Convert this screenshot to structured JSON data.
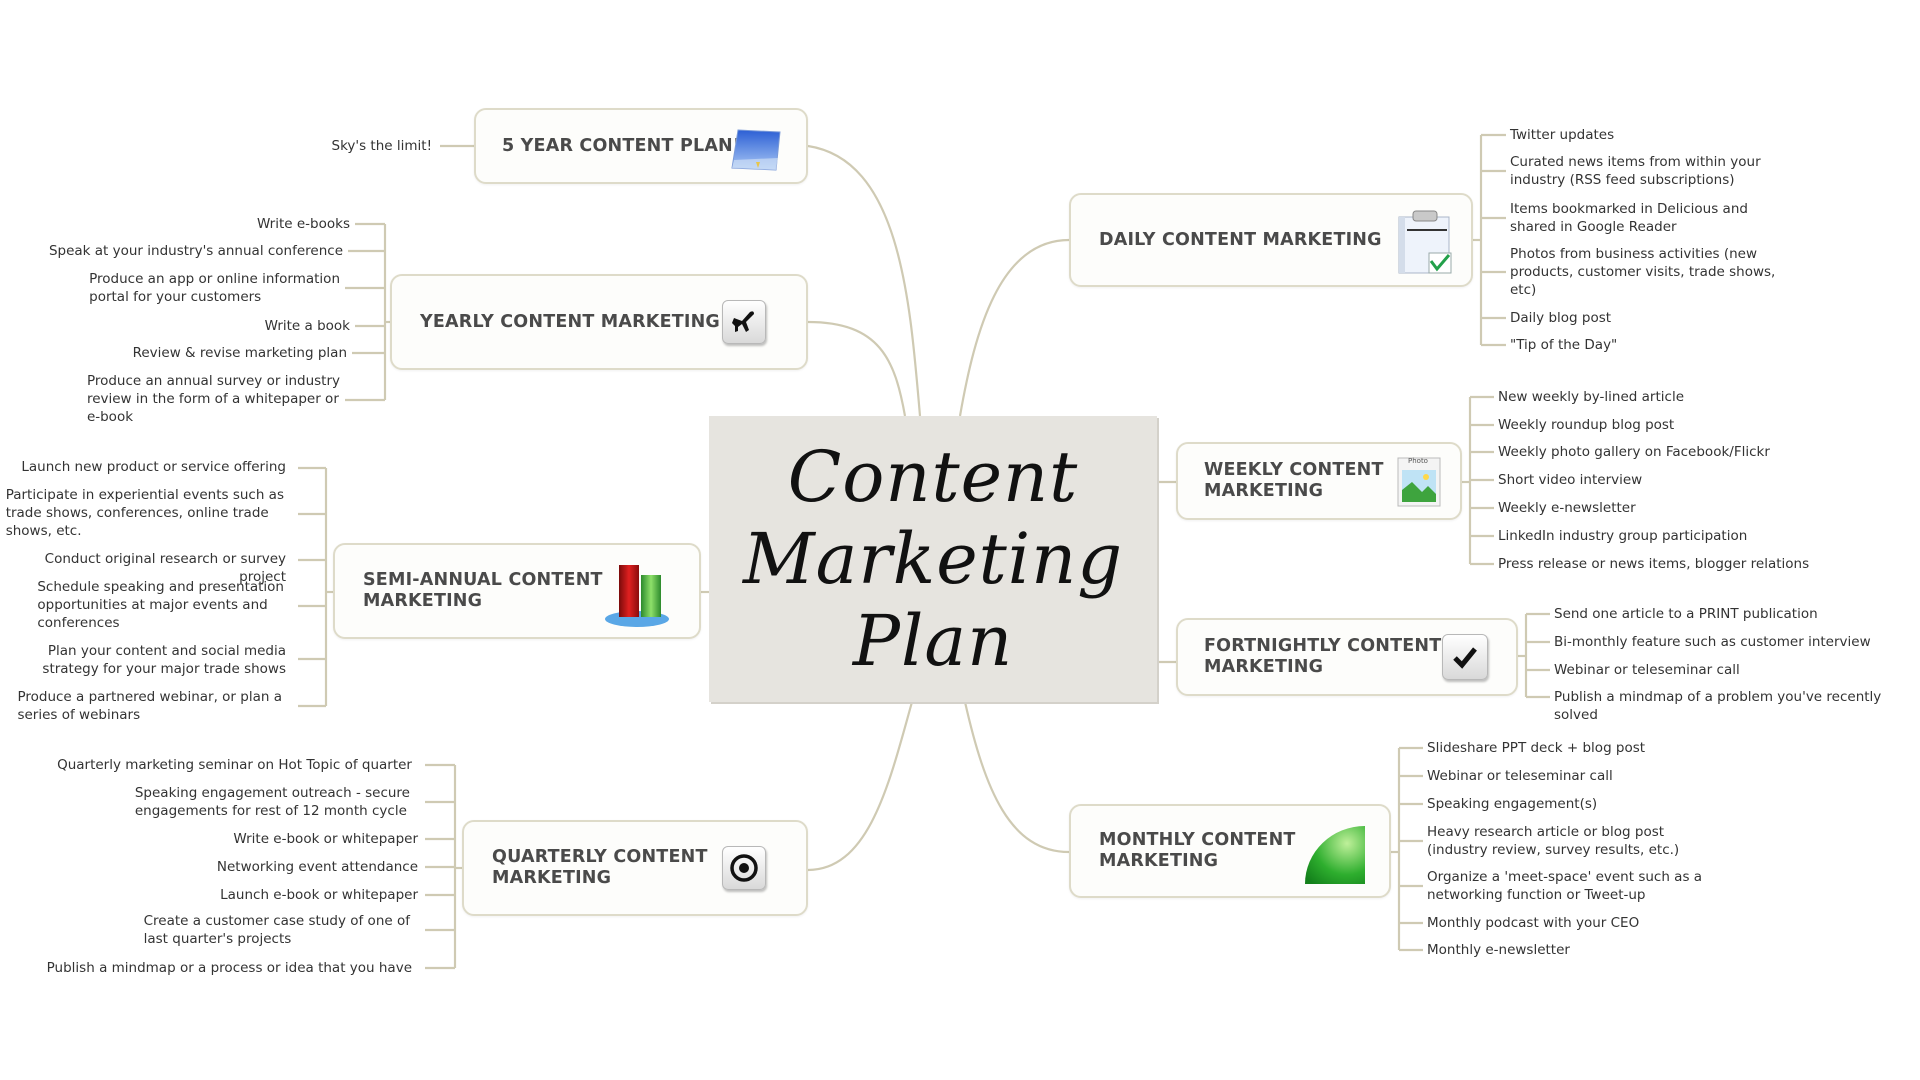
{
  "central": {
    "title": "Content\nMarketing Plan"
  },
  "topics": {
    "five_year": {
      "label": "5 YEAR CONTENT PLAN!",
      "icon": "sky-picture-icon",
      "items": [
        "Sky's the limit!"
      ]
    },
    "yearly": {
      "label": "YEARLY CONTENT MARKETING",
      "icon": "airplane-icon",
      "items": [
        "Write e-books",
        "Speak at your industry's annual conference",
        "Produce an app or online information\nportal for your customers",
        "Write a book",
        "Review & revise marketing plan",
        "Produce an annual survey or industry\nreview in the form of a whitepaper or\ne-book"
      ]
    },
    "semi_annual": {
      "label": "SEMI-ANNUAL CONTENT\nMARKETING",
      "icon": "bar-chart-icon",
      "items": [
        "Launch new product or service offering",
        "Participate in experiential events such as\ntrade shows, conferences, online trade\nshows, etc.",
        "Conduct original research or survey project",
        "Schedule speaking and presentation\nopportunities at major events and\nconferences",
        "Plan your content and social media\nstrategy for your major trade shows",
        "Produce a partnered webinar, or plan a\nseries of webinars"
      ]
    },
    "quarterly": {
      "label": "QUARTERLY CONTENT\nMARKETING",
      "icon": "target-icon",
      "items": [
        "Quarterly marketing seminar on Hot Topic of quarter",
        "Speaking engagement outreach - secure\nengagements for rest of 12 month cycle",
        "Write e-book or whitepaper",
        "Networking event attendance",
        "Launch e-book or whitepaper",
        "Create a customer case study of one of\nlast quarter's projects",
        "Publish a mindmap or a process or idea that you have"
      ]
    },
    "daily": {
      "label": "DAILY CONTENT MARKETING",
      "icon": "clipboard-check-icon",
      "items": [
        "Twitter updates",
        "Curated news items from within your\nindustry (RSS feed subscriptions)",
        "Items bookmarked in Delicious and\nshared in Google Reader",
        "Photos from business activities (new\nproducts, customer visits, trade shows,\netc)",
        "Daily blog post",
        "\"Tip of the Day\""
      ]
    },
    "weekly": {
      "label": "WEEKLY CONTENT\nMARKETING",
      "icon": "photo-icon",
      "icon_text": "Photo",
      "items": [
        "New weekly by-lined article",
        "Weekly roundup blog post",
        "Weekly photo gallery on Facebook/Flickr",
        "Short video interview",
        "Weekly e-newsletter",
        "LinkedIn industry group participation",
        "Press release or news items, blogger relations"
      ]
    },
    "fortnightly": {
      "label": "FORTNIGHTLY CONTENT\nMARKETING",
      "icon": "checkmark-icon",
      "items": [
        "Send one article to a PRINT publication",
        "Bi-monthly feature such as customer interview",
        "Webinar or teleseminar call",
        "Publish a mindmap of a problem you've recently solved"
      ]
    },
    "monthly": {
      "label": "MONTHLY CONTENT\nMARKETING",
      "icon": "green-quarter-circle-icon",
      "items": [
        "Slideshare PPT deck + blog post",
        "Webinar or teleseminar call",
        "Speaking engagement(s)",
        "Heavy research article or blog post\n(industry review, survey results, etc.)",
        "Organize a 'meet-space' event such as a\nnetworking function or Tweet-up",
        "Monthly podcast with your CEO",
        "Monthly e-newsletter"
      ]
    }
  },
  "colors": {
    "connector": "#cfcab3",
    "topic_border": "#dedbc9",
    "central_bg": "#e6e4df"
  }
}
